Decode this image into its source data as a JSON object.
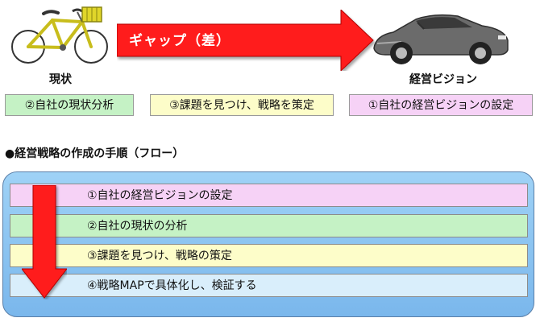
{
  "top": {
    "current_label": "現状",
    "vision_label": "経営ビジョン",
    "gap_arrow_label": "ギャップ（差）",
    "boxes": [
      {
        "label": "②自社の現状分析",
        "color": "#c5f2c5"
      },
      {
        "label": "③課題を見つけ、戦略を策定",
        "color": "#fdfdc9"
      },
      {
        "label": "①自社の経営ビジョンの設定",
        "color": "#f6d2f6"
      }
    ]
  },
  "section": {
    "title": "●経営戦略の作成の手順（フロー）"
  },
  "flow": {
    "steps": [
      {
        "label": "①自社の経営ビジョンの設定",
        "color": "#f6d2f6"
      },
      {
        "label": "②自社の現状の分析",
        "color": "#c5f2c5"
      },
      {
        "label": "③課題を見つけ、戦略の策定",
        "color": "#fdfdc9"
      },
      {
        "label": "④戦略MAPで具体化し、検証する",
        "color": "#d9eefb"
      }
    ]
  },
  "colors": {
    "arrow_red": "#ff1a1a",
    "panel_blue": "#8cc6f2"
  },
  "icons": {
    "current": "bicycle-icon",
    "vision": "sports-car-icon"
  }
}
